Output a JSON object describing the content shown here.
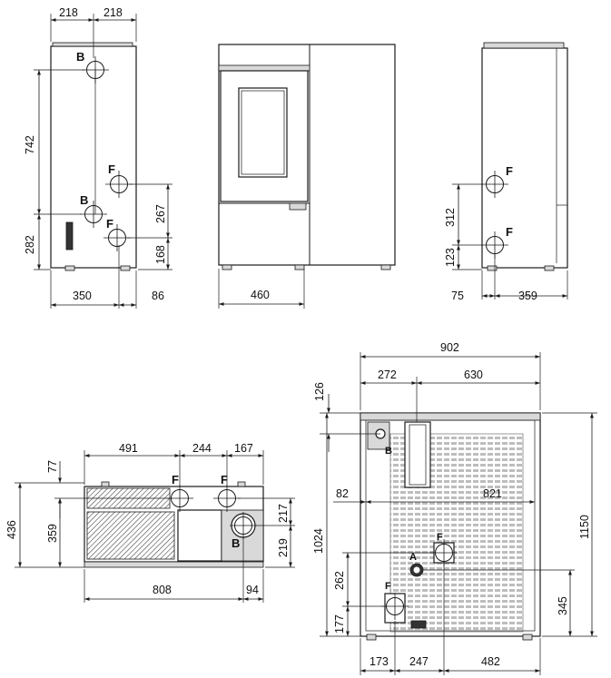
{
  "views": {
    "left_side": {
      "dimensions": {
        "top_left": "218",
        "top_right": "218",
        "v_upper": "742",
        "v_lower": "282",
        "v_f_spacing": "267",
        "v_f_low": "168",
        "bottom_left": "350",
        "bottom_right": "86"
      },
      "labels": {
        "b_top": "B",
        "f_upper": "F",
        "b_mid": "B",
        "f_lower": "F"
      }
    },
    "front": {
      "dimensions": {
        "width": "460"
      }
    },
    "right_side": {
      "dimensions": {
        "v_upper": "312",
        "v_lower": "123",
        "bottom_left": "75",
        "bottom_right": "359"
      },
      "labels": {
        "f_upper": "F",
        "f_lower": "F"
      }
    },
    "top": {
      "dimensions": {
        "top_a": "491",
        "top_b": "244",
        "top_c": "167",
        "left_small": "77",
        "left_outer": "436",
        "left_inner": "359",
        "right_upper": "217",
        "right_lower": "219",
        "bottom_width": "808",
        "bottom_right": "94"
      },
      "labels": {
        "f_left": "F",
        "f_right": "F",
        "b": "B"
      }
    },
    "rear": {
      "dimensions": {
        "top_total": "902",
        "top_a": "272",
        "top_b": "630",
        "left_small": "126",
        "left_82": "82",
        "inner_width": "821",
        "left_262": "262",
        "left_1024": "1024",
        "left_177": "177",
        "right_1150": "1150",
        "right_345": "345",
        "bottom_a": "173",
        "bottom_b": "247",
        "bottom_c": "482"
      },
      "labels": {
        "b": "B",
        "f_upper": "F",
        "a": "A",
        "f_lower": "F"
      }
    }
  }
}
